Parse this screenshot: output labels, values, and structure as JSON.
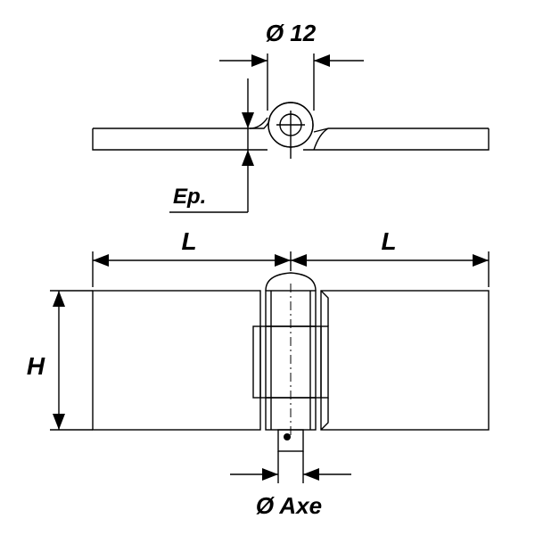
{
  "diagram": {
    "title": "Hinge technical drawing",
    "labels": {
      "pin_diameter": "Ø 12",
      "thickness": "Ep.",
      "leaf_length_left": "L",
      "leaf_length_right": "L",
      "height": "H",
      "axle_diameter": "Ø Axe"
    },
    "colors": {
      "line": "#000000",
      "background": "#ffffff"
    }
  }
}
